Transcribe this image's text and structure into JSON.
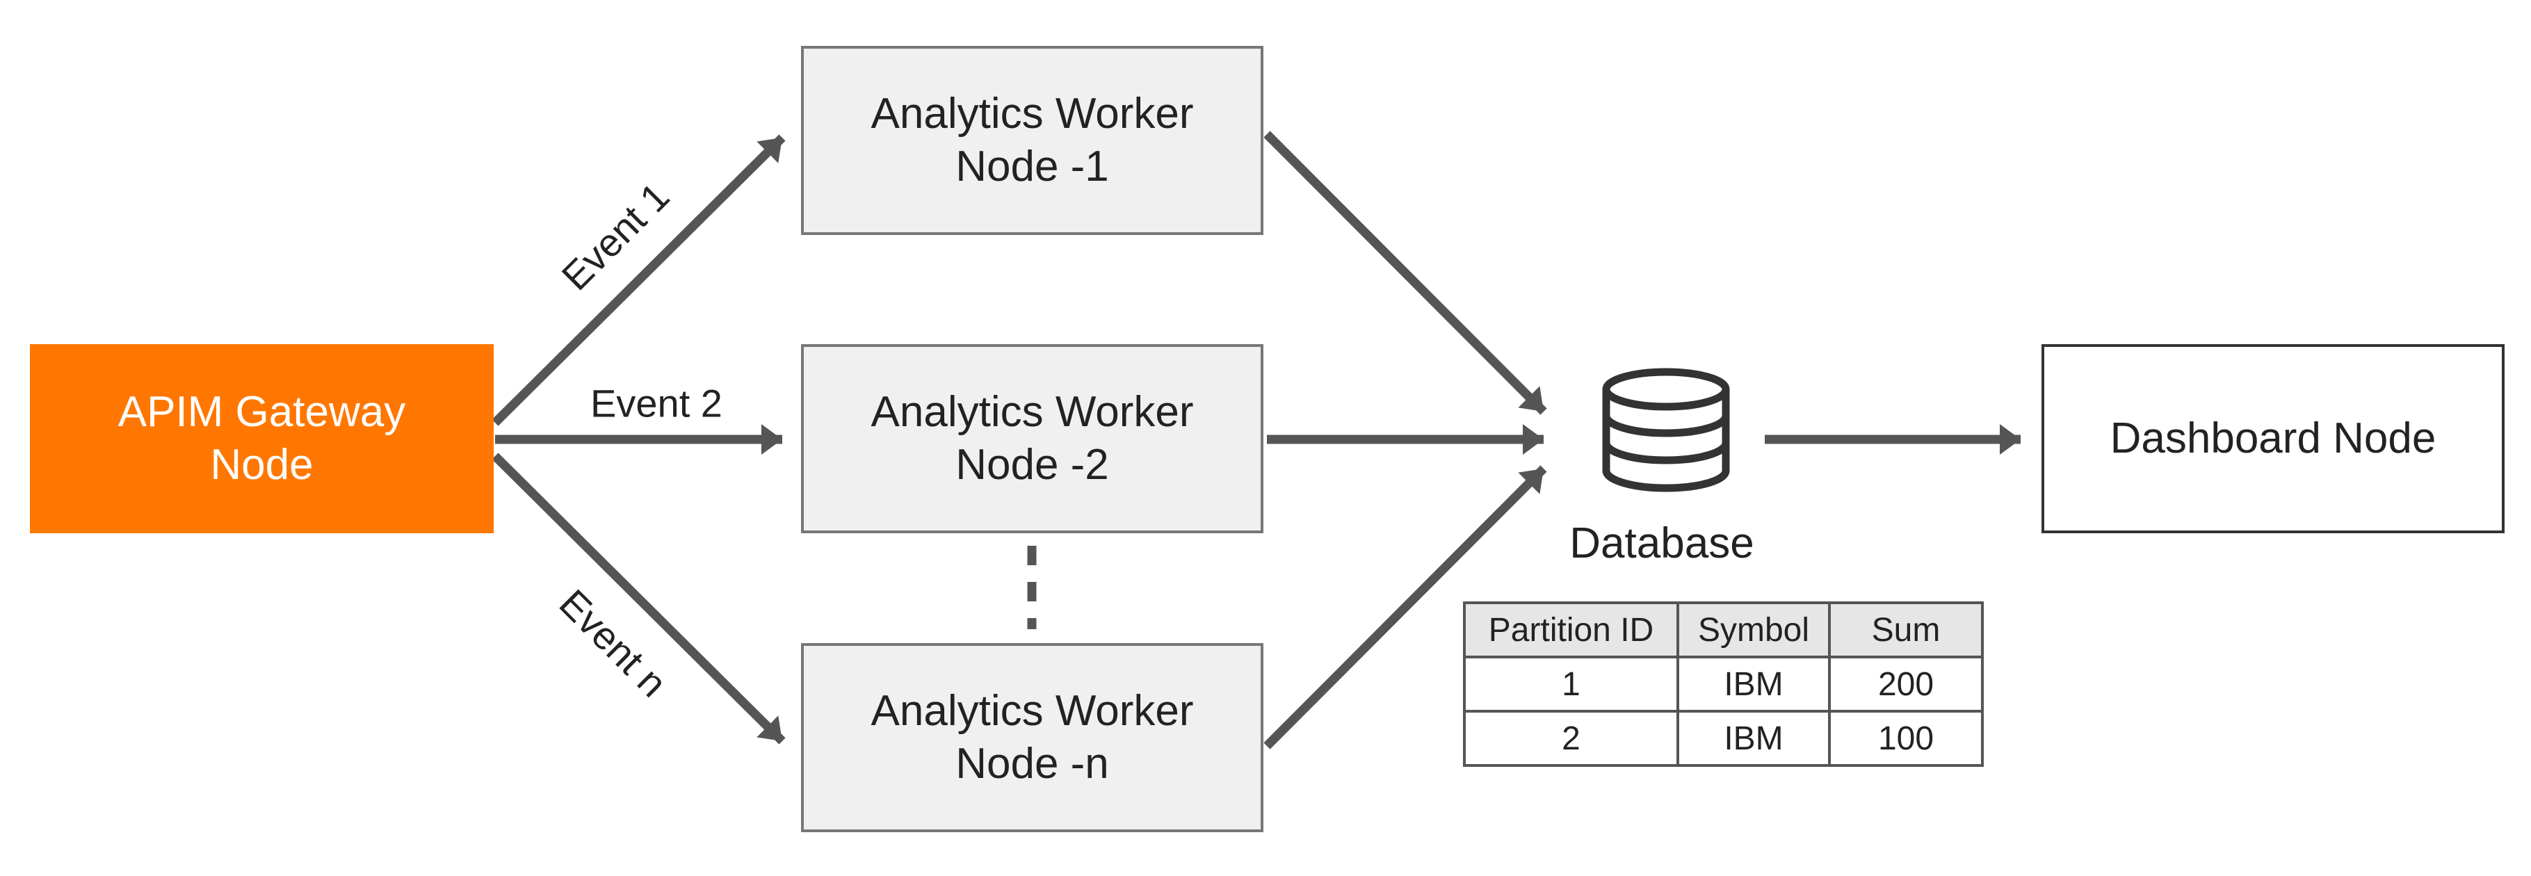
{
  "nodes": {
    "gateway": {
      "line1": "APIM Gateway",
      "line2": "Node"
    },
    "worker1": {
      "line1": "Analytics Worker",
      "line2": "Node -1"
    },
    "worker2": {
      "line1": "Analytics Worker",
      "line2": "Node -2"
    },
    "workern": {
      "line1": "Analytics Worker",
      "line2": "Node -n"
    },
    "dashboard": {
      "label": "Dashboard Node"
    },
    "database": {
      "label": "Database"
    }
  },
  "edges": {
    "event1": "Event 1",
    "event2": "Event 2",
    "eventn": "Event n"
  },
  "table": {
    "headers": [
      "Partition ID",
      "Symbol",
      "Sum"
    ],
    "rows": [
      [
        "1",
        "IBM",
        "200"
      ],
      [
        "2",
        "IBM",
        "100"
      ]
    ]
  },
  "colors": {
    "gateway_fill": "#ff7700",
    "worker_fill": "#f0f0f0",
    "arrow": "#555555",
    "table_header_fill": "#e6e6e6"
  }
}
